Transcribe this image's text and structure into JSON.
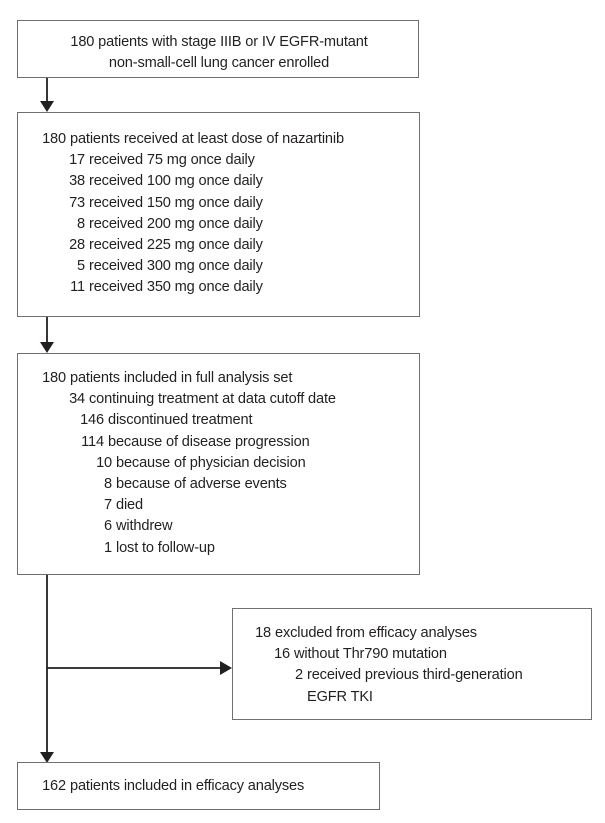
{
  "figure": {
    "type": "consort-flow-diagram",
    "stroke_color": "#231f20",
    "box_border_color": "#6f6f72",
    "background": "#ffffff"
  },
  "nodes": {
    "enrolled": {
      "lines": [
        {
          "text": "180 patients with stage IIIB or IV EGFR-mutant"
        },
        {
          "text": "non-small-cell lung cancer enrolled"
        }
      ]
    },
    "dosing": {
      "lines": [
        {
          "num": "180",
          "text": "patients received at least dose of nazartinib"
        },
        {
          "num": "17",
          "text": "received 75 mg once daily"
        },
        {
          "num": "38",
          "text": "received 100 mg once daily"
        },
        {
          "num": "73",
          "text": "received 150 mg once daily"
        },
        {
          "num": "8",
          "text": "received 200 mg once daily"
        },
        {
          "num": "28",
          "text": "received 225 mg once daily"
        },
        {
          "num": "5",
          "text": "received 300 mg once daily"
        },
        {
          "num": "11",
          "text": "received 350 mg once daily"
        }
      ]
    },
    "analysis": {
      "lines": [
        {
          "num": "180",
          "text": "patients included in full analysis set"
        },
        {
          "num": "34",
          "text": "continuing treatment at data cutoff date"
        },
        {
          "num": "146",
          "text": "discontinued treatment"
        },
        {
          "num": "114",
          "text": "because of disease progression"
        },
        {
          "num": "10",
          "text": "because of physician decision"
        },
        {
          "num": "8",
          "text": "because of adverse events"
        },
        {
          "num": "7",
          "text": "died"
        },
        {
          "num": "6",
          "text": "withdrew"
        },
        {
          "num": "1",
          "text": "lost to follow-up"
        }
      ]
    },
    "excluded": {
      "lines": [
        {
          "num": "18",
          "text": "excluded from efficacy analyses"
        },
        {
          "num": "16",
          "text": "without Thr790 mutation"
        },
        {
          "num": "2",
          "text": "received previous third-generation"
        },
        {
          "num": "",
          "text": "EGFR TKI"
        }
      ]
    },
    "efficacy": {
      "lines": [
        {
          "num": "162",
          "text": "patients included in efficacy analyses"
        }
      ]
    }
  },
  "chart_data": {
    "type": "flowchart",
    "title": "",
    "nodes": [
      {
        "id": "enrolled",
        "label": "180 patients with stage IIIB or IV EGFR-mutant non-small-cell lung cancer enrolled",
        "value": 180
      },
      {
        "id": "dosing",
        "label": "180 patients received at least dose of nazartinib",
        "value": 180,
        "breakdown": [
          {
            "label": "received 75 mg once daily",
            "value": 17
          },
          {
            "label": "received 100 mg once daily",
            "value": 38
          },
          {
            "label": "received 150 mg once daily",
            "value": 73
          },
          {
            "label": "received 200 mg once daily",
            "value": 8
          },
          {
            "label": "received 225 mg once daily",
            "value": 28
          },
          {
            "label": "received 300 mg once daily",
            "value": 5
          },
          {
            "label": "received 350 mg once daily",
            "value": 11
          }
        ]
      },
      {
        "id": "analysis",
        "label": "180 patients included in full analysis set",
        "value": 180,
        "breakdown": [
          {
            "label": "continuing treatment at data cutoff date",
            "value": 34
          },
          {
            "label": "discontinued treatment",
            "value": 146
          },
          {
            "label": "because of disease progression",
            "value": 114
          },
          {
            "label": "because of physician decision",
            "value": 10
          },
          {
            "label": "because of adverse events",
            "value": 8
          },
          {
            "label": "died",
            "value": 7
          },
          {
            "label": "withdrew",
            "value": 6
          },
          {
            "label": "lost to follow-up",
            "value": 1
          }
        ]
      },
      {
        "id": "excluded",
        "label": "18 excluded from efficacy analyses",
        "value": 18,
        "breakdown": [
          {
            "label": "without Thr790 mutation",
            "value": 16
          },
          {
            "label": "received previous third-generation EGFR TKI",
            "value": 2
          }
        ]
      },
      {
        "id": "efficacy",
        "label": "162 patients included in efficacy analyses",
        "value": 162
      }
    ],
    "edges": [
      {
        "from": "enrolled",
        "to": "dosing"
      },
      {
        "from": "dosing",
        "to": "analysis"
      },
      {
        "from": "analysis",
        "to": "excluded"
      },
      {
        "from": "analysis",
        "to": "efficacy"
      }
    ]
  }
}
